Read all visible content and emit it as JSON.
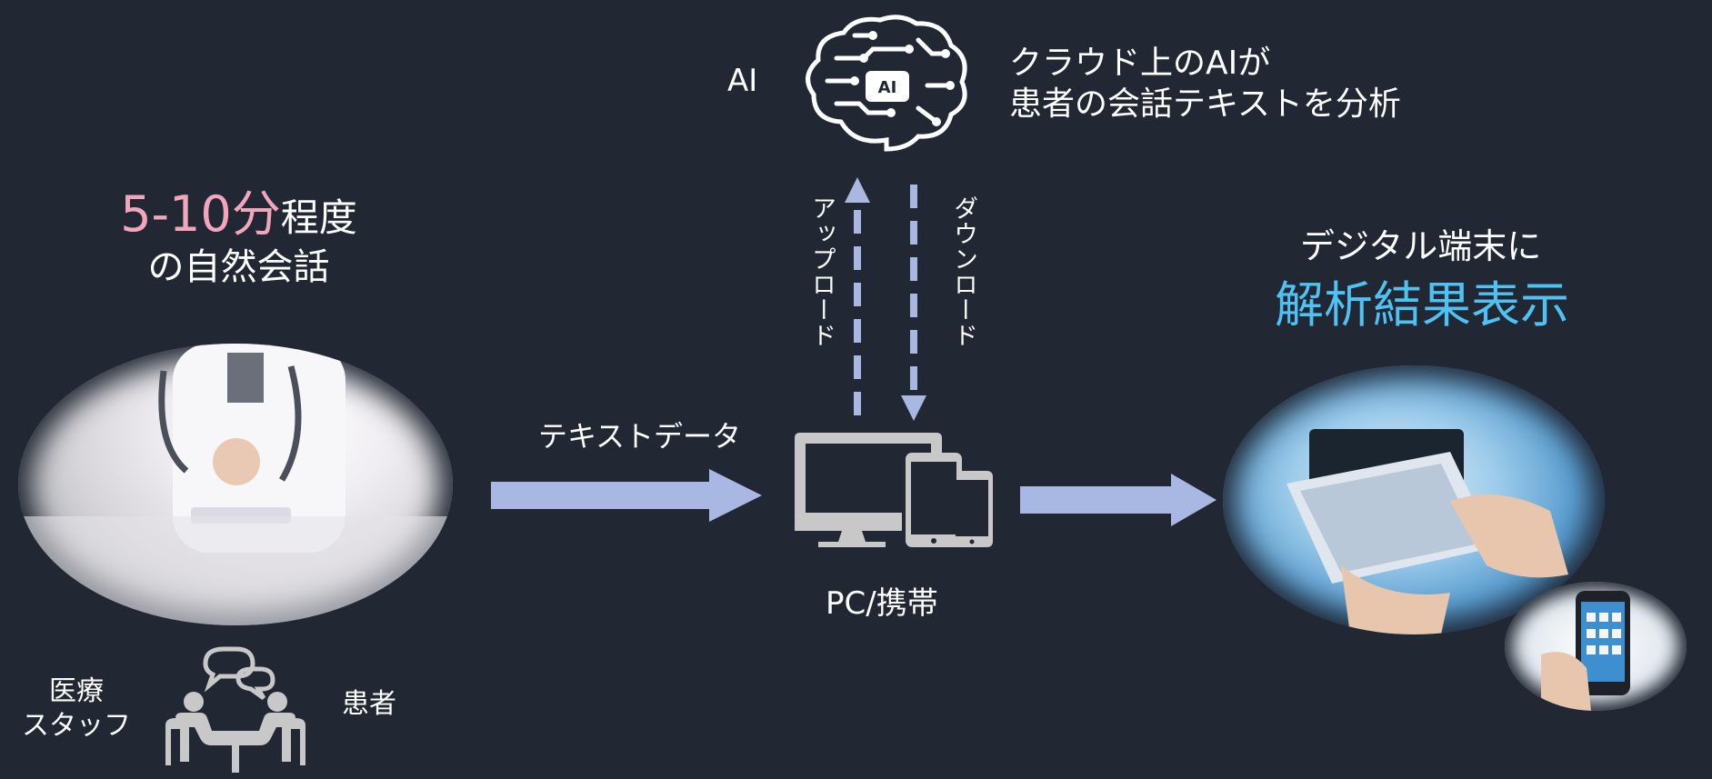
{
  "headline": {
    "duration": "5-10分",
    "duration_suffix": "程度",
    "line2": "の自然会話"
  },
  "labels": {
    "staff_line1": "医療",
    "staff_line2": "スタッフ",
    "patient": "患者",
    "ai": "AI",
    "cloud_line1": "クラウド上のAIが",
    "cloud_line2": "患者の会話テキストを分析",
    "text_data": "テキストデータ",
    "upload": "アップロード",
    "download": "ダウンロード",
    "pc": "PC/携帯",
    "digital": "デジタル端末に",
    "result": "解析結果表示",
    "ai_chip": "AI"
  },
  "colors": {
    "background": "#222833",
    "arrow": "#a9b8e2",
    "accent_pink": "#f3a6bb",
    "accent_blue": "#4fc1f2",
    "icon_gray": "#c8c8c8"
  },
  "icons": [
    "brain-circuit-icon",
    "devices-icon",
    "conversation-icon"
  ]
}
